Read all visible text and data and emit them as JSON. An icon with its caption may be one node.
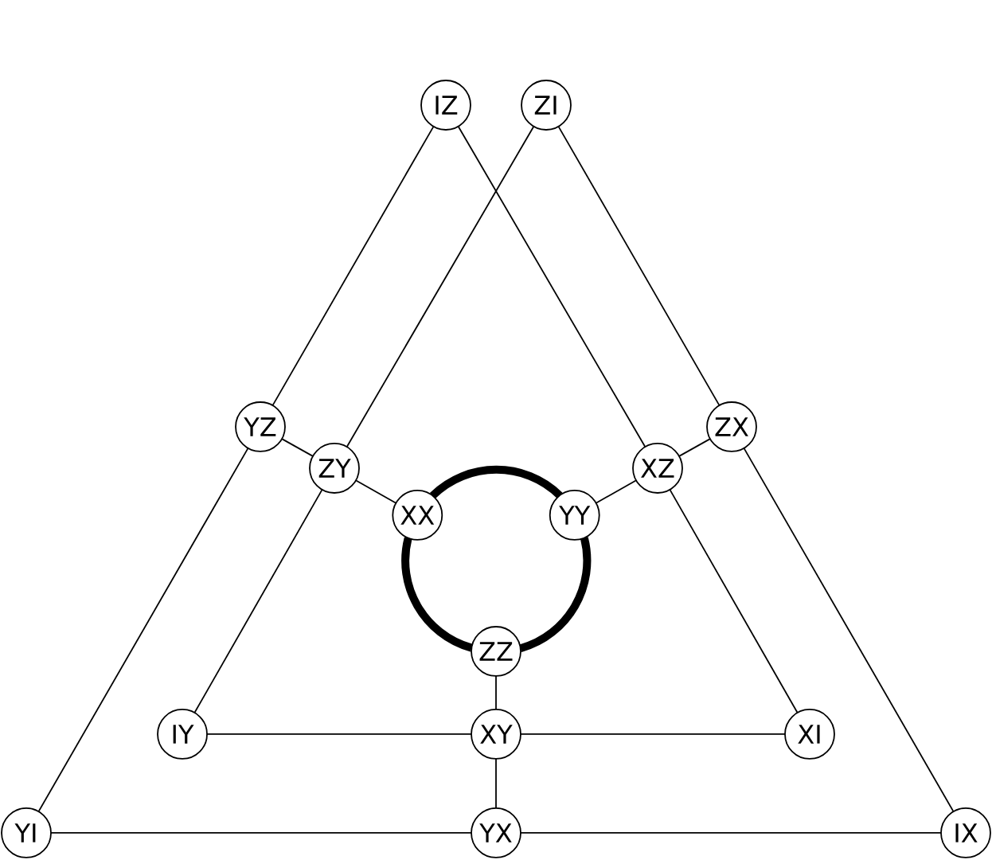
{
  "diagram": {
    "nodes": [
      {
        "text": [
          "IZ"
        ]
      },
      {
        "text": [
          "ZI"
        ]
      },
      {
        "text": [
          "YZ"
        ]
      },
      {
        "text": [
          "ZY"
        ]
      },
      {
        "text": [
          "XX"
        ]
      },
      {
        "text": [
          "YY"
        ]
      },
      {
        "text": [
          "XZ"
        ]
      },
      {
        "text": [
          "ZX"
        ]
      },
      {
        "text": [
          "ZZ"
        ]
      },
      {
        "text": [
          "IY"
        ]
      },
      {
        "text": [
          "XY"
        ]
      },
      {
        "text": [
          "XI"
        ]
      },
      {
        "text": [
          "YI"
        ]
      },
      {
        "text": [
          "YX"
        ]
      },
      {
        "text": [
          "IX"
        ]
      }
    ],
    "edges": [
      {
        "from": 0,
        "to": 2,
        "arrow": "none"
      },
      {
        "from": 0,
        "to": 6,
        "arrow": "none"
      },
      {
        "from": 1,
        "to": 3,
        "arrow": "none"
      },
      {
        "from": 1,
        "to": 7,
        "arrow": "none"
      },
      {
        "from": 2,
        "to": 3,
        "arrow": "none"
      },
      {
        "from": 2,
        "to": 12,
        "arrow": "none"
      },
      {
        "from": 3,
        "to": 4,
        "arrow": "none"
      },
      {
        "from": 3,
        "to": 9,
        "arrow": "none"
      },
      {
        "from": 4,
        "to": 5,
        "arrow": "none",
        "style": "thick"
      },
      {
        "from": 5,
        "to": 8,
        "arrow": "none",
        "style": "thick"
      },
      {
        "from": 8,
        "to": 4,
        "arrow": "none",
        "style": "thick"
      },
      {
        "from": 5,
        "to": 6,
        "arrow": "none"
      },
      {
        "from": 6,
        "to": 7,
        "arrow": "none"
      },
      {
        "from": 6,
        "to": 11,
        "arrow": "none"
      },
      {
        "from": 7,
        "to": 14,
        "arrow": "none"
      },
      {
        "from": 8,
        "to": 10,
        "arrow": "none"
      },
      {
        "from": 9,
        "to": 10,
        "arrow": "none"
      },
      {
        "from": 10,
        "to": 11,
        "arrow": "none"
      },
      {
        "from": 10,
        "to": 13,
        "arrow": "none"
      },
      {
        "from": 12,
        "to": 13,
        "arrow": "none"
      },
      {
        "from": 13,
        "to": 14,
        "arrow": "none"
      }
    ]
  }
}
